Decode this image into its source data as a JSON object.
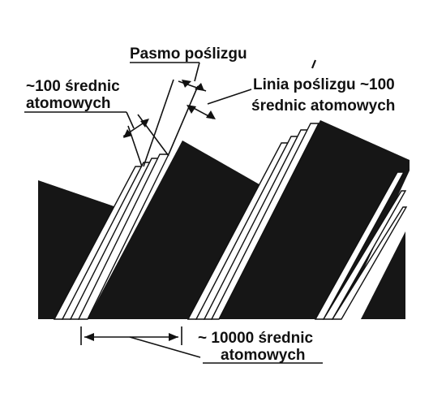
{
  "labels": {
    "slip_band": "Pasmo poślizgu",
    "band_width_line1": "~100 średnic",
    "band_width_line2": "atomowych",
    "slip_line_line1": "Linia poślizgu ~100",
    "slip_line_line2": "średnic atomowych",
    "spacing_line1": "~ 10000 średnic",
    "spacing_line2": "atomowych"
  },
  "colors": {
    "crystal": "#151515",
    "lamella": "#ffffff",
    "ink": "#111111"
  }
}
